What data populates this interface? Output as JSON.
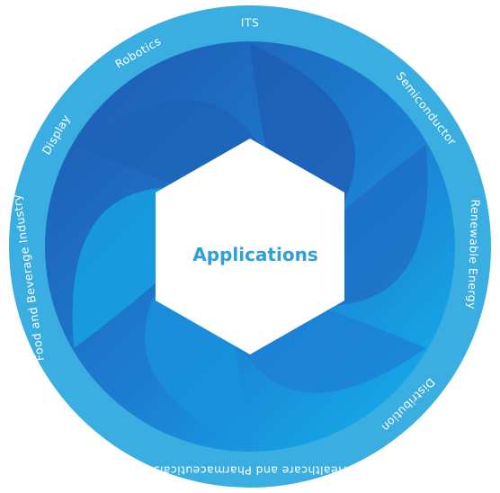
{
  "center": {
    "title": "Applications"
  },
  "segments": [
    {
      "label": "ITS"
    },
    {
      "label": "Semiconductor"
    },
    {
      "label": "Renewable Energy"
    },
    {
      "label": "Distribution"
    },
    {
      "label": "Healthcare and Pharmaceuticals"
    },
    {
      "label": "Food and Beverage Industry"
    },
    {
      "label": "Display"
    },
    {
      "label": "Robotics"
    }
  ],
  "colors": {
    "ring": "#3aaee0",
    "blade_dark": "#1f5fb4",
    "blade_light": "#16b4ec",
    "center_text": "#2e9fd8",
    "label_text": "#ffffff"
  }
}
